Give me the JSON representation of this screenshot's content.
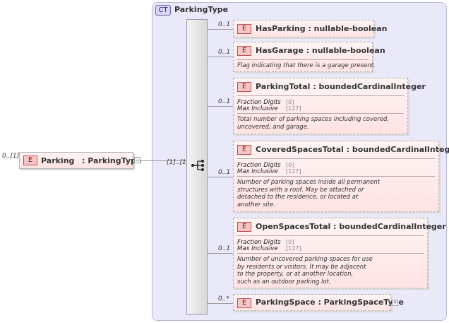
{
  "root": {
    "occurrence": "0..[1]",
    "badge": "E",
    "name": "Parking",
    "type": ": ParkingType"
  },
  "sequence": {
    "occurrence": "[1]..[1]"
  },
  "complex_type": {
    "badge": "CT",
    "name": "ParkingType"
  },
  "facet_labels": {
    "fraction_digits": "Fraction Digits",
    "max_inclusive": "Max Inclusive"
  },
  "elements": [
    {
      "occurrence": "0..1",
      "badge": "E",
      "name": "HasParking",
      "type": ": nullable-boolean"
    },
    {
      "occurrence": "0..1",
      "badge": "E",
      "name": "HasGarage",
      "type": ": nullable-boolean",
      "doc": "Flag indicating that there is a garage present."
    },
    {
      "occurrence": "0..1",
      "badge": "E",
      "name": "ParkingTotal",
      "type": ": boundedCardinalInteger",
      "fraction_digits": "[0]",
      "max_inclusive": "[127]",
      "doc": "Total number of parking spaces including covered,\nuncovered, and garage."
    },
    {
      "occurrence": "0..1",
      "badge": "E",
      "name": "CoveredSpacesTotal",
      "type": ": boundedCardinalInteger",
      "fraction_digits": "[0]",
      "max_inclusive": "[127]",
      "doc": "Number of parking spaces inside all permanent\nstructures with a roof. May be attached or\ndetached to the residence, or located at\nanother site."
    },
    {
      "occurrence": "0..1",
      "badge": "E",
      "name": "OpenSpacesTotal",
      "type": ": boundedCardinalInteger",
      "fraction_digits": "[0]",
      "max_inclusive": "[127]",
      "doc": "Number of uncovered parking spaces for use\nby residents or visitors. It may be adjacent\nto the property, or at another location,\nsuch as an outdoor parking lot."
    },
    {
      "occurrence": "0..*",
      "badge": "E",
      "name": "ParkingSpace",
      "type": ": ParkingSpaceType"
    }
  ],
  "icons": {
    "expand": "plus-icon",
    "collapse": "minus-icon",
    "sequence": "sequence-compositor-icon"
  }
}
